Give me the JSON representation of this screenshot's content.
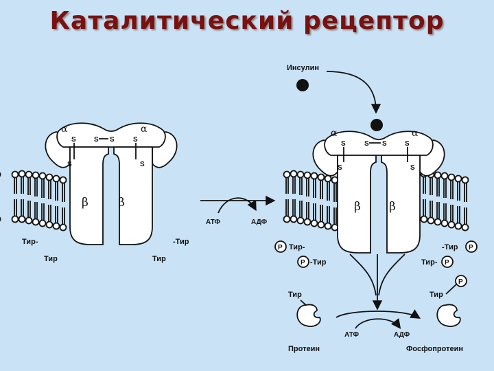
{
  "slide": {
    "title": "Каталитический рецептор"
  },
  "labels": {
    "insulin": "Инсулин",
    "alpha": "α",
    "beta": "β",
    "s": "S",
    "tyr_left": "Тир-",
    "tyr_right": "-Тир",
    "tyr": "Тир",
    "atp": "АТФ",
    "adp": "АДФ",
    "phosphate": "P",
    "protein": "Протеин",
    "phosphoprotein": "Фосфопротеин"
  },
  "colors": {
    "background": "#c9e2f5",
    "title": "#7a1010",
    "ink": "#111111"
  }
}
